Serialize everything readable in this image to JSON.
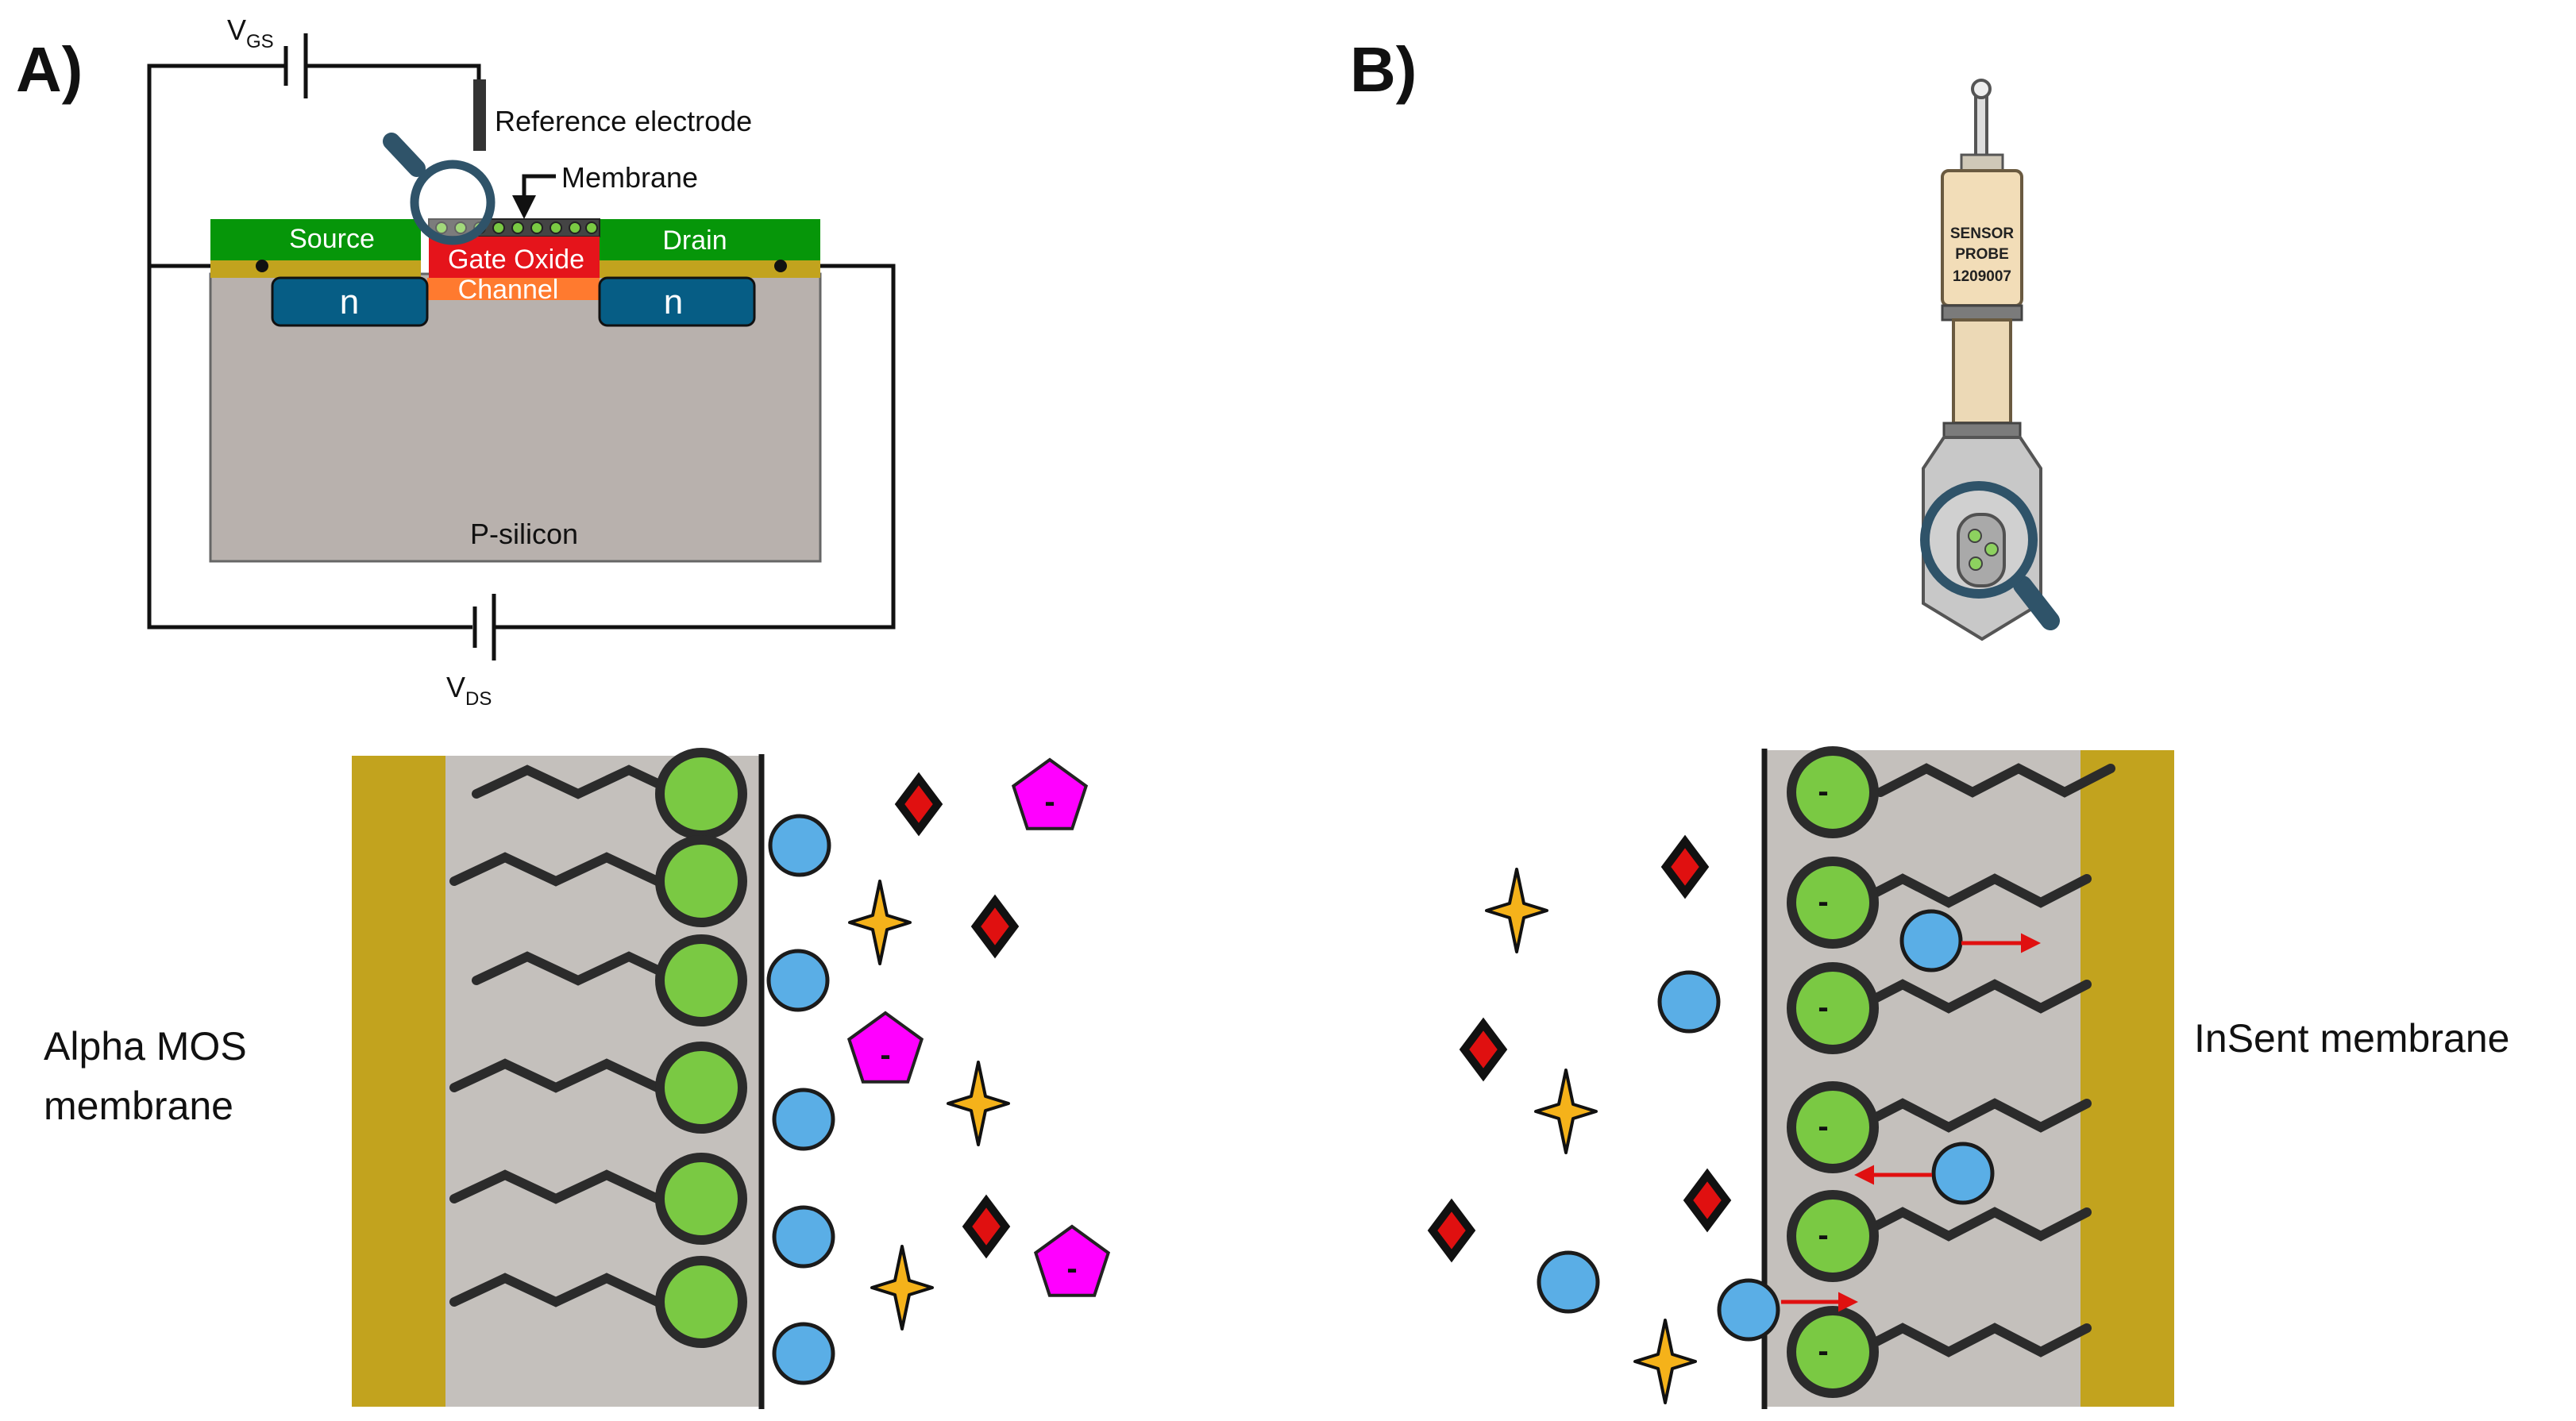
{
  "panel_a": {
    "label": "A)",
    "vgs_main": "V",
    "vgs_sub": "GS",
    "vds_main": "V",
    "vds_sub": "DS",
    "reference_electrode": "Reference electrode",
    "membrane": "Membrane",
    "source": "Source",
    "drain": "Drain",
    "gate_oxide": "Gate Oxide",
    "channel": "Channel",
    "n_left": "n",
    "n_right": "n",
    "substrate": "P-silicon",
    "bottom_label_line1": "Alpha MOS",
    "bottom_label_line2": "membrane",
    "anion_sign": "-"
  },
  "panel_b": {
    "label": "B)",
    "probe_line1": "SENSOR",
    "probe_line2": "PROBE",
    "probe_line3": "1209007",
    "bottom_label": "InSent membrane",
    "charge_sign": "-"
  },
  "colors": {
    "gold": "#c2a31e",
    "membrane_gray": "#c4c0bc",
    "lipid_green": "#7ac943",
    "ion_blue": "#5aaee6",
    "diamond_red": "#e01010",
    "star_yellow": "#f5b21a",
    "pentagon_magenta": "#ff00ff",
    "source_green": "#069609",
    "gate_red": "#e5141b",
    "channel_orange": "#ff7a2f",
    "n_blue": "#065d85",
    "silicon_gray": "#b8b1ad",
    "arrow_red": "#e01010",
    "lens_blue": "#2f5369"
  }
}
